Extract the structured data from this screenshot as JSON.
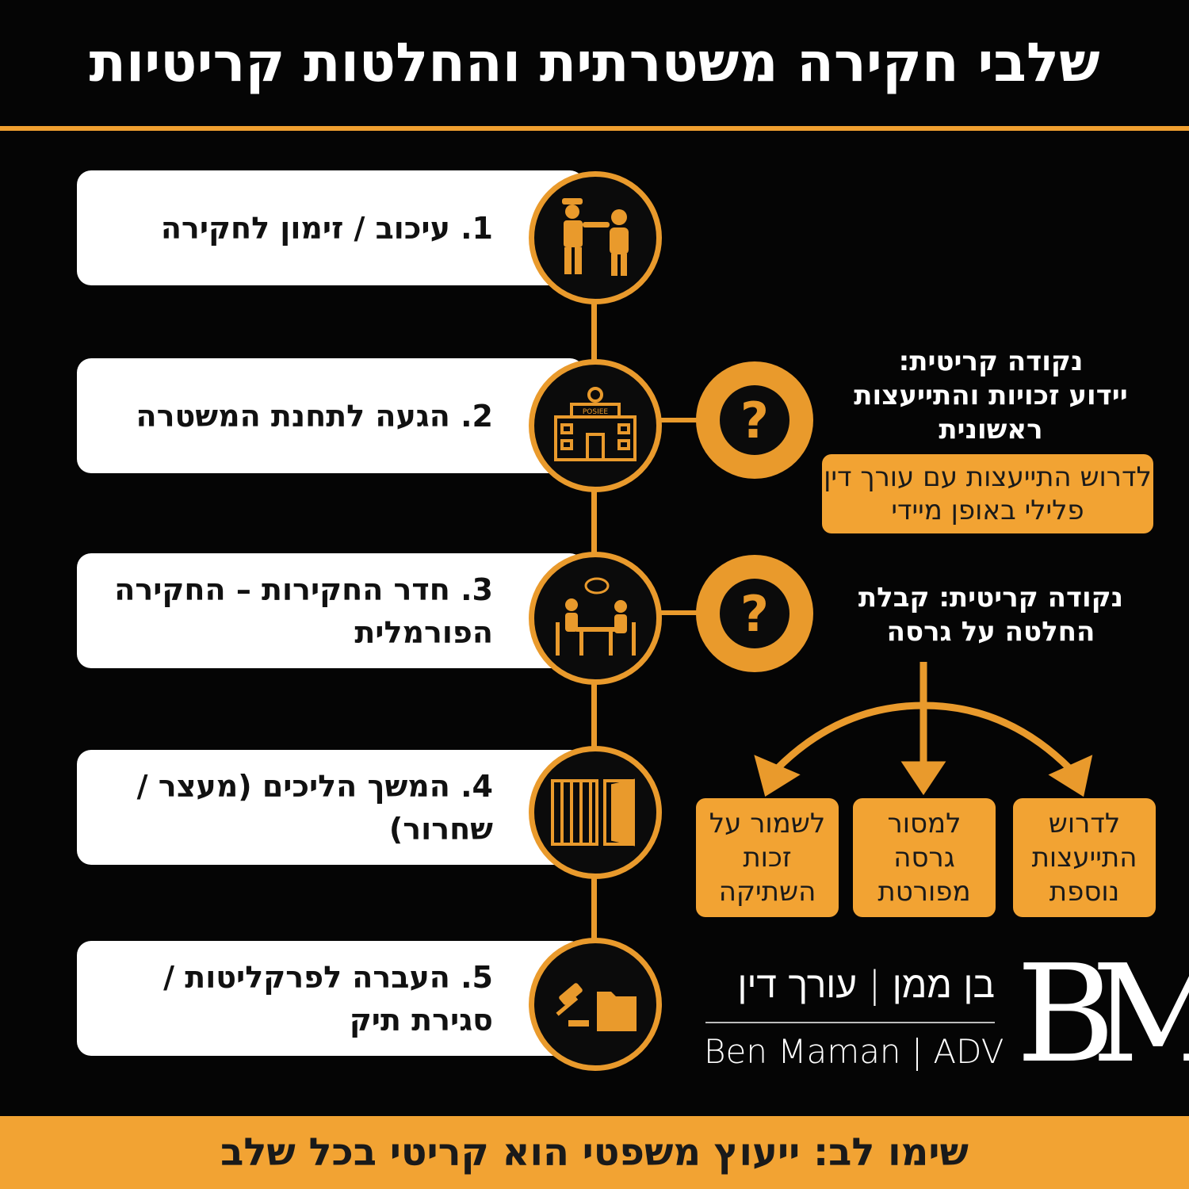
{
  "title": "שלבי חקירה משטרתית והחלטות קריטיות",
  "steps": [
    {
      "text": "1. עיכוב / זימון לחקירה",
      "icon": "police-officer-arrest-icon"
    },
    {
      "text": "2. הגעה לתחנת המשטרה",
      "icon": "police-station-icon",
      "sign": "POSIEE"
    },
    {
      "text": "3. חדר החקירות – החקירה הפורמלית",
      "icon": "interrogation-room-icon"
    },
    {
      "text": "4. המשך הליכים (מעצר / שחרור)",
      "icon": "jail-door-icon"
    },
    {
      "text": "5. העברה לפרקליטות / סגירת תיק",
      "icon": "gavel-folder-icon"
    }
  ],
  "critical": [
    {
      "heading": "נקודה קריטית:",
      "body": "יידוע זכויות והתייעצות ראשונית",
      "advice": "לדרוש התייעצות עם עורך דין פלילי באופן מיידי"
    },
    {
      "heading": "נקודה קריטית: קבלת החלטה על גרסה"
    }
  ],
  "question_mark": "?",
  "options": [
    "לשמור על זכות השתיקה",
    "למסור גרסה מפורטת",
    "לדרוש התייעצות נוספת"
  ],
  "logo": {
    "hebrew": "בן ממן | עורך דין",
    "english": "Ben Maman | ADV",
    "mark": "BM"
  },
  "footer": "שימו לב: ייעוץ משפטי הוא קריטי בכל שלב",
  "colors": {
    "accent": "#e99a2c",
    "background": "#050505",
    "card": "#ffffff"
  }
}
